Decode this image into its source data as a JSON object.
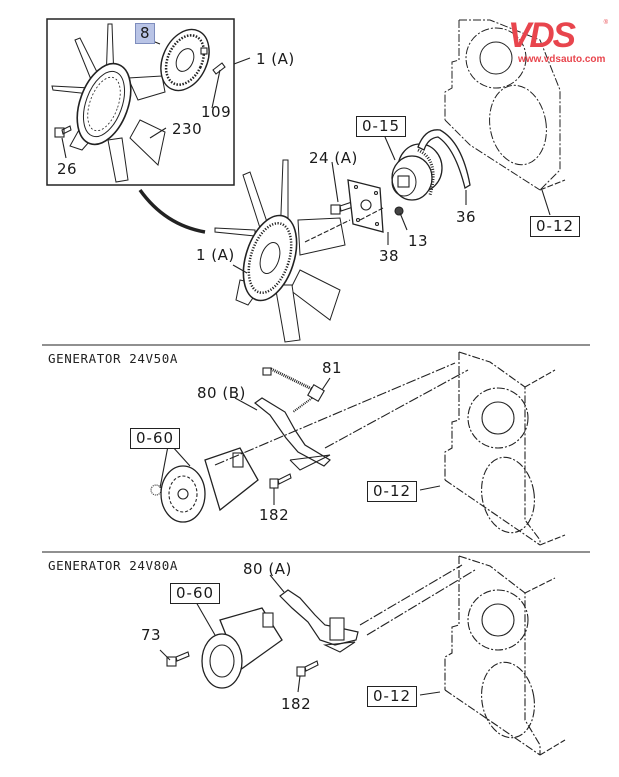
{
  "logo": {
    "brand": "VDS",
    "registered_mark": "®",
    "url_text": "www.vdsauto.com",
    "color": "#e8454d"
  },
  "colors": {
    "line": "#222222",
    "highlight_fill": "#b9c4e6",
    "highlight_border": "#7e8dbd"
  },
  "sections": {
    "fan": {
      "inset_labels": {
        "highlighted_part": "8",
        "fan_assembly": "1 (A)",
        "bolt": "109",
        "fan": "230",
        "screw": "26"
      },
      "labels": {
        "bolt_24a": "24 (A)",
        "fan_clutch": "1 (A)",
        "plate": "38",
        "nut": "13",
        "cover": "36"
      },
      "refs": {
        "pulley": "0-15",
        "housing": "0-12"
      }
    },
    "gen50": {
      "title": "GENERATOR  24V50A",
      "labels": {
        "adjust_bolt": "81",
        "bracket": "80 (B)",
        "bolt": "182"
      },
      "refs": {
        "generator": "0-60",
        "housing": "0-12"
      }
    },
    "gen80": {
      "title": "GENERATOR  24V80A",
      "labels": {
        "bracket": "80 (A)",
        "bolt_73": "73",
        "bolt": "182"
      },
      "refs": {
        "generator": "0-60",
        "housing": "0-12"
      }
    }
  }
}
